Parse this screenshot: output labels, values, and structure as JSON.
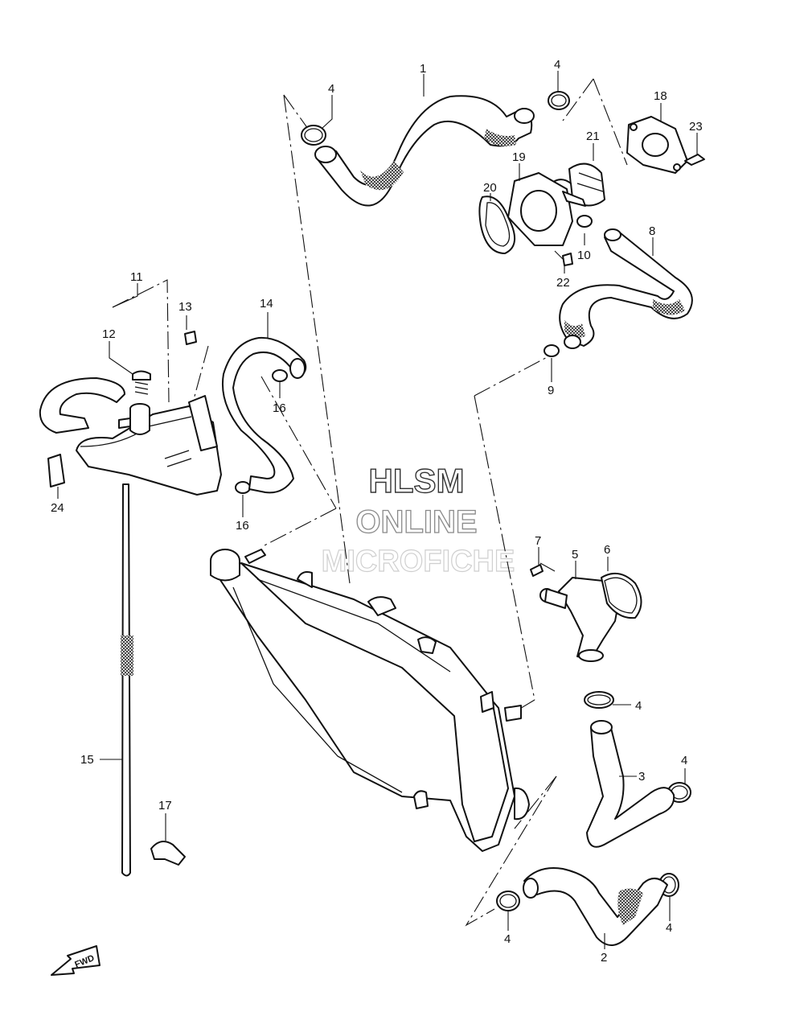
{
  "watermark": {
    "line1": "HLSM",
    "line2": "ONLINE",
    "line3": "MICROFICHE"
  },
  "direction_marker": {
    "label": "FWD",
    "icon": "forward-arrow-icon"
  },
  "callouts": [
    {
      "id": "c1",
      "label": "1"
    },
    {
      "id": "c2",
      "label": "2"
    },
    {
      "id": "c3",
      "label": "3"
    },
    {
      "id": "c4a",
      "label": "4"
    },
    {
      "id": "c4b",
      "label": "4"
    },
    {
      "id": "c4c",
      "label": "4"
    },
    {
      "id": "c4d",
      "label": "4"
    },
    {
      "id": "c4e",
      "label": "4"
    },
    {
      "id": "c4f",
      "label": "4"
    },
    {
      "id": "c5",
      "label": "5"
    },
    {
      "id": "c6",
      "label": "6"
    },
    {
      "id": "c7",
      "label": "7"
    },
    {
      "id": "c8",
      "label": "8"
    },
    {
      "id": "c9",
      "label": "9"
    },
    {
      "id": "c10",
      "label": "10"
    },
    {
      "id": "c11",
      "label": "11"
    },
    {
      "id": "c12",
      "label": "12"
    },
    {
      "id": "c13",
      "label": "13"
    },
    {
      "id": "c14",
      "label": "14"
    },
    {
      "id": "c15",
      "label": "15"
    },
    {
      "id": "c16a",
      "label": "16"
    },
    {
      "id": "c16b",
      "label": "16"
    },
    {
      "id": "c17",
      "label": "17"
    },
    {
      "id": "c18",
      "label": "18"
    },
    {
      "id": "c19",
      "label": "19"
    },
    {
      "id": "c20",
      "label": "20"
    },
    {
      "id": "c21",
      "label": "21"
    },
    {
      "id": "c22",
      "label": "22"
    },
    {
      "id": "c23",
      "label": "23"
    },
    {
      "id": "c24",
      "label": "24"
    }
  ]
}
